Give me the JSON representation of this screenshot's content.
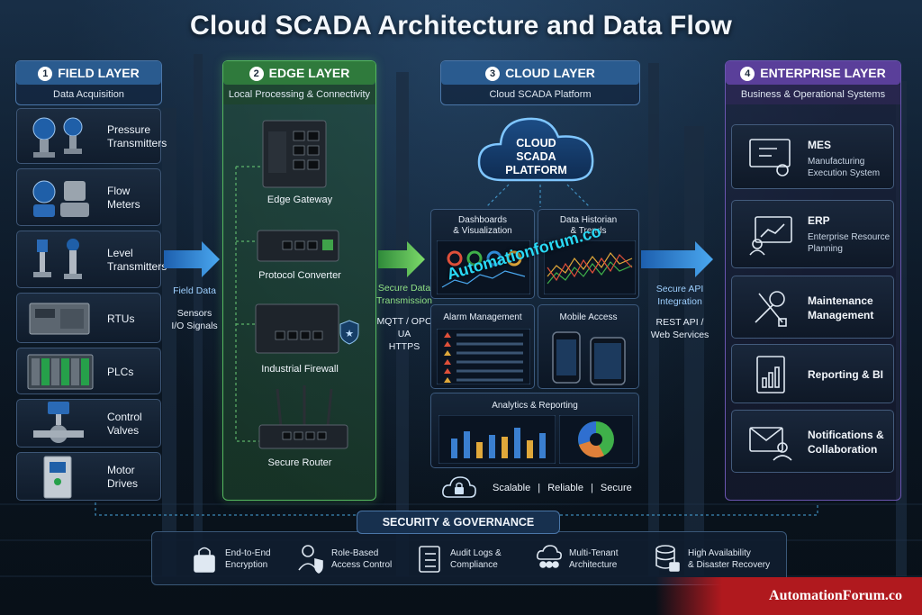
{
  "title": "Cloud SCADA Architecture and Data Flow",
  "layers": [
    {
      "num": "1",
      "name": "FIELD LAYER",
      "sub": "Data Acquisition",
      "color": "#2a5b8f"
    },
    {
      "num": "2",
      "name": "EDGE LAYER",
      "sub": "Local Processing & Connectivity",
      "color": "#2f7a3c"
    },
    {
      "num": "3",
      "name": "CLOUD LAYER",
      "sub": "Cloud SCADA Platform",
      "color": "#2a5b8f"
    },
    {
      "num": "4",
      "name": "ENTERPRISE LAYER",
      "sub": "Business & Operational Systems",
      "color": "#5a3f9a"
    }
  ],
  "field_devices": [
    {
      "label": "Pressure\nTransmitters",
      "icon": "pressure-transmitter-icon"
    },
    {
      "label": "Flow\nMeters",
      "icon": "flow-meter-icon"
    },
    {
      "label": "Level\nTransmitters",
      "icon": "level-transmitter-icon"
    },
    {
      "label": "RTUs",
      "icon": "rtu-icon"
    },
    {
      "label": "PLCs",
      "icon": "plc-icon"
    },
    {
      "label": "Control\nValves",
      "icon": "control-valve-icon"
    },
    {
      "label": "Motor\nDrives",
      "icon": "motor-drive-icon"
    }
  ],
  "edge_devices": [
    {
      "label": "Edge Gateway"
    },
    {
      "label": "Protocol Converter"
    },
    {
      "label": "Industrial Firewall"
    },
    {
      "label": "Secure Router"
    }
  ],
  "flows": {
    "field": {
      "title": "Field Data",
      "desc": "Sensors\nI/O Signals"
    },
    "edge": {
      "title": "Secure Data\nTransmission",
      "desc": "MQTT / OPC UA\nHTTPS"
    },
    "cloud": {
      "title": "Secure API\nIntegration",
      "desc": "REST API /\nWeb Services"
    }
  },
  "cloud": {
    "platform": "CLOUD\nSCADA\nPLATFORM",
    "cards": [
      {
        "title": "Dashboards\n& Visualization"
      },
      {
        "title": "Data Historian\n& Trends"
      },
      {
        "title": "Alarm Management"
      },
      {
        "title": "Mobile Access"
      },
      {
        "title": "Analytics & Reporting"
      }
    ],
    "tagline": [
      "Scalable",
      "Reliable",
      "Secure"
    ]
  },
  "enterprise": [
    {
      "title": "MES",
      "desc": "Manufacturing\nExecution System",
      "icon": "mes-icon"
    },
    {
      "title": "ERP",
      "desc": "Enterprise Resource\nPlanning",
      "icon": "erp-icon"
    },
    {
      "title": "Maintenance\nManagement",
      "desc": "",
      "icon": "maintenance-icon"
    },
    {
      "title": "Reporting & BI",
      "desc": "",
      "icon": "reporting-icon"
    },
    {
      "title": "Notifications &\nCollaboration",
      "desc": "",
      "icon": "notifications-icon"
    }
  ],
  "security": {
    "title": "SECURITY & GOVERNANCE",
    "items": [
      {
        "label": "End-to-End\nEncryption",
        "icon": "lock-icon"
      },
      {
        "label": "Role-Based\nAccess Control",
        "icon": "user-shield-icon"
      },
      {
        "label": "Audit Logs &\nCompliance",
        "icon": "clipboard-icon"
      },
      {
        "label": "Multi-Tenant\nArchitecture",
        "icon": "multi-tenant-icon"
      },
      {
        "label": "High Availability\n& Disaster Recovery",
        "icon": "database-lock-icon"
      }
    ]
  },
  "watermark": "Automationforum.co",
  "footer_brand": "AutomationForum.co"
}
